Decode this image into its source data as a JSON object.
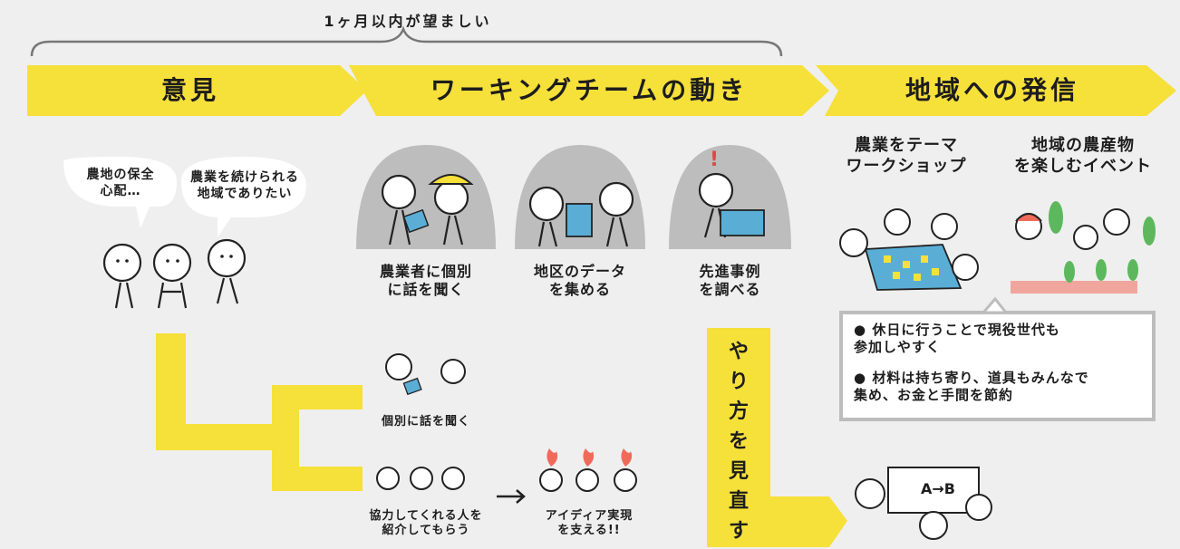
{
  "timeline": {
    "label": "1ヶ月以内が望ましい"
  },
  "stages": [
    {
      "title": "意見"
    },
    {
      "title": "ワーキングチームの動き"
    },
    {
      "title": "地域への発信"
    }
  ],
  "opinions": [
    "農地の保全\n心配…",
    "農業を続けられる\n地域でありたい"
  ],
  "team_actions": [
    "農業者に個別\nに話を聞く",
    "地区のデータ\nを集める",
    "先進事例\nを調べる"
  ],
  "events": [
    "農業をテーマ\nワークショップ",
    "地域の農産物\nを楽しむイベント"
  ],
  "event_notes": [
    "休日に行うことで現役世代も\n参加しやすく",
    "材料は持ち寄り、道具もみんなで\n集め、お金と手間を節約"
  ],
  "review_label": "やり方を見直す",
  "lower": {
    "interview": "個別に話を聞く",
    "introduce": "協力してくれる人を\n紹介してもらう",
    "support": "アイディア実現\nを支える!!",
    "board": "A→B"
  },
  "colors": {
    "accent": "#f6e03a",
    "bubble": "#ffffff",
    "hill": "#bdbdbd",
    "blue": "#5aaed6",
    "flame": "#f06a5a"
  }
}
